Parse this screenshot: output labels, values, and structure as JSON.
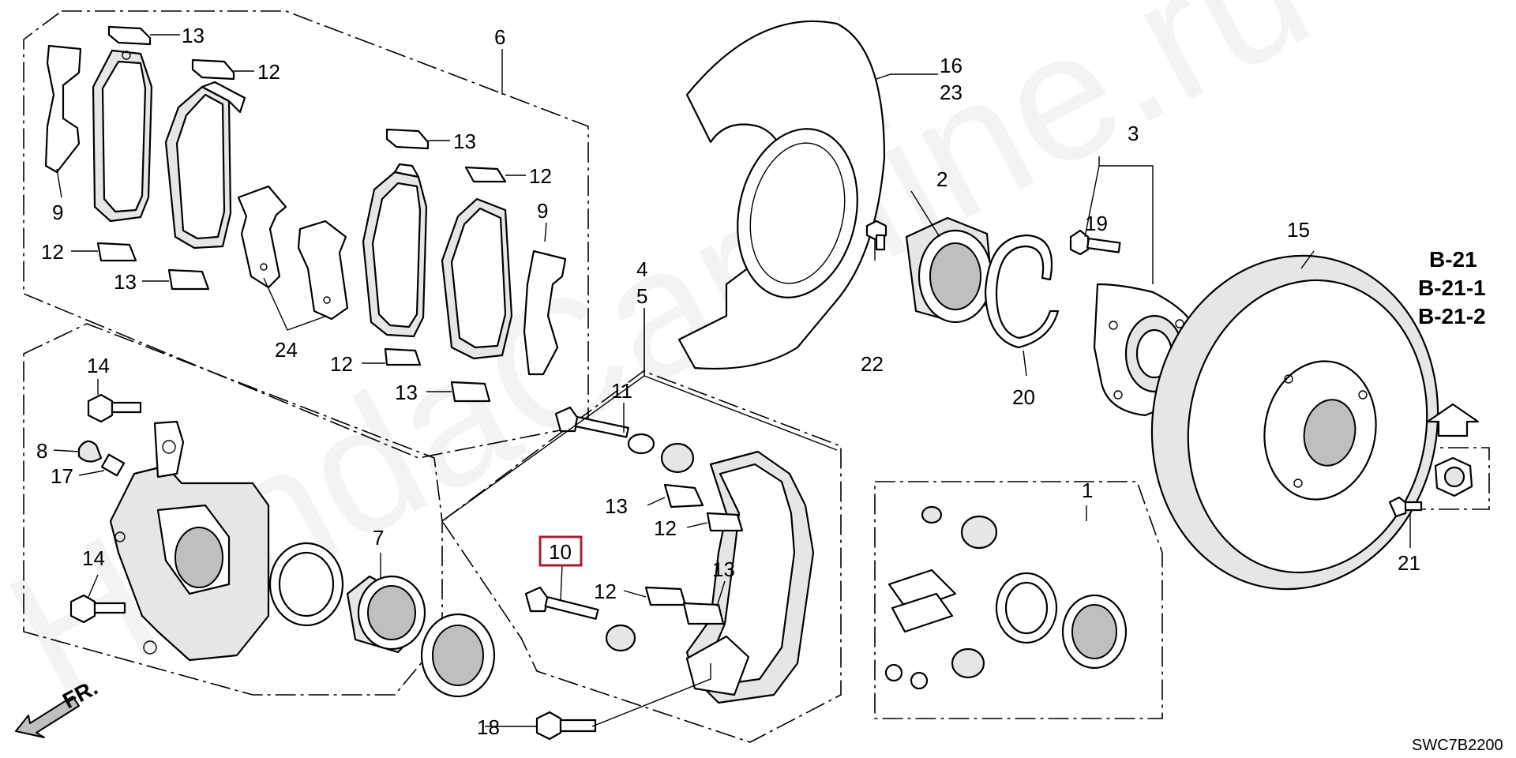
{
  "watermark": "HondaCarMine.ru",
  "diagram_code": "SWC7B2200",
  "front_arrow_label": "FR.",
  "ref_labels": [
    "B-21",
    "B-21-1",
    "B-21-2"
  ],
  "highlighted_part": "10",
  "callouts": {
    "n1": "1",
    "n2": "2",
    "n3": "3",
    "n4": "4",
    "n5": "5",
    "n6": "6",
    "n7": "7",
    "n8": "8",
    "n9a": "9",
    "n9b": "9",
    "n10": "10",
    "n11": "11",
    "n12a": "12",
    "n12b": "12",
    "n12c": "12",
    "n12d": "12",
    "n12e": "12",
    "n12f": "12",
    "n13a": "13",
    "n13b": "13",
    "n13c": "13",
    "n13d": "13",
    "n13e": "13",
    "n13f": "13",
    "n14a": "14",
    "n14b": "14",
    "n15": "15",
    "n16": "16",
    "n17": "17",
    "n18": "18",
    "n19": "19",
    "n20": "20",
    "n21": "21",
    "n22": "22",
    "n23": "23",
    "n24": "24"
  }
}
